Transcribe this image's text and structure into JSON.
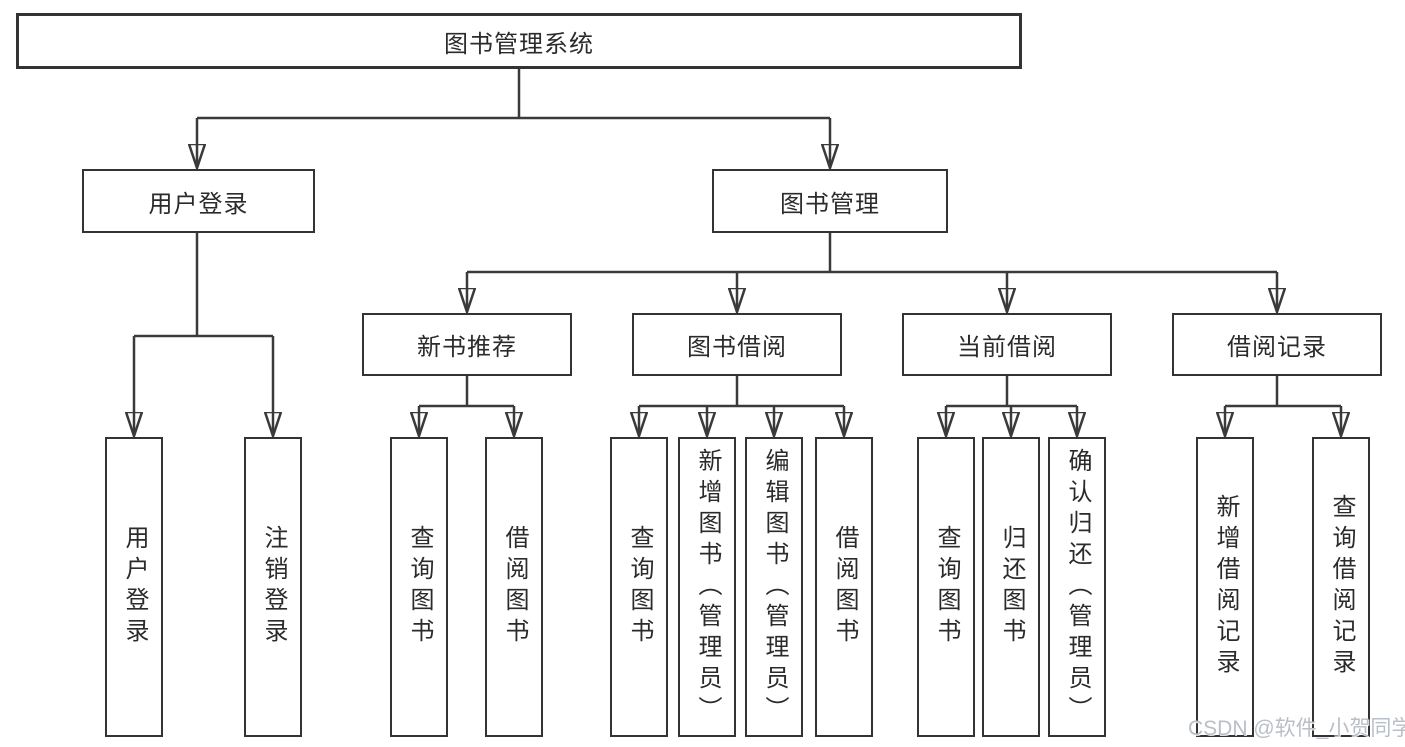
{
  "diagram": {
    "root": {
      "label": "图书管理系统"
    },
    "level2": {
      "user_login": {
        "label": "用户登录"
      },
      "book_management": {
        "label": "图书管理"
      }
    },
    "level3": {
      "new_book_recommend": {
        "label": "新书推荐"
      },
      "book_borrowing": {
        "label": "图书借阅"
      },
      "current_borrowing": {
        "label": "当前借阅"
      },
      "borrowing_records": {
        "label": "借阅记录"
      }
    },
    "leaves": {
      "user_login_children": [
        "用户登录",
        "注销登录"
      ],
      "new_book_children": [
        "查询图书",
        "借阅图书"
      ],
      "book_borrowing_children": [
        "查询图书",
        "新增图书（管理员）",
        "编辑图书（管理员）",
        "借阅图书"
      ],
      "current_borrowing_children": [
        "查询图书",
        "归还图书",
        "确认归还（管理员）"
      ],
      "records_children": [
        "新增借阅记录",
        "查询借阅记录"
      ]
    },
    "watermark": "CSDN @软件_小贺同学",
    "colors": {
      "line": "#3a3a3a",
      "node_border": "#333333",
      "text": "#2b2b2b",
      "watermark": "#b9bfc6"
    }
  }
}
